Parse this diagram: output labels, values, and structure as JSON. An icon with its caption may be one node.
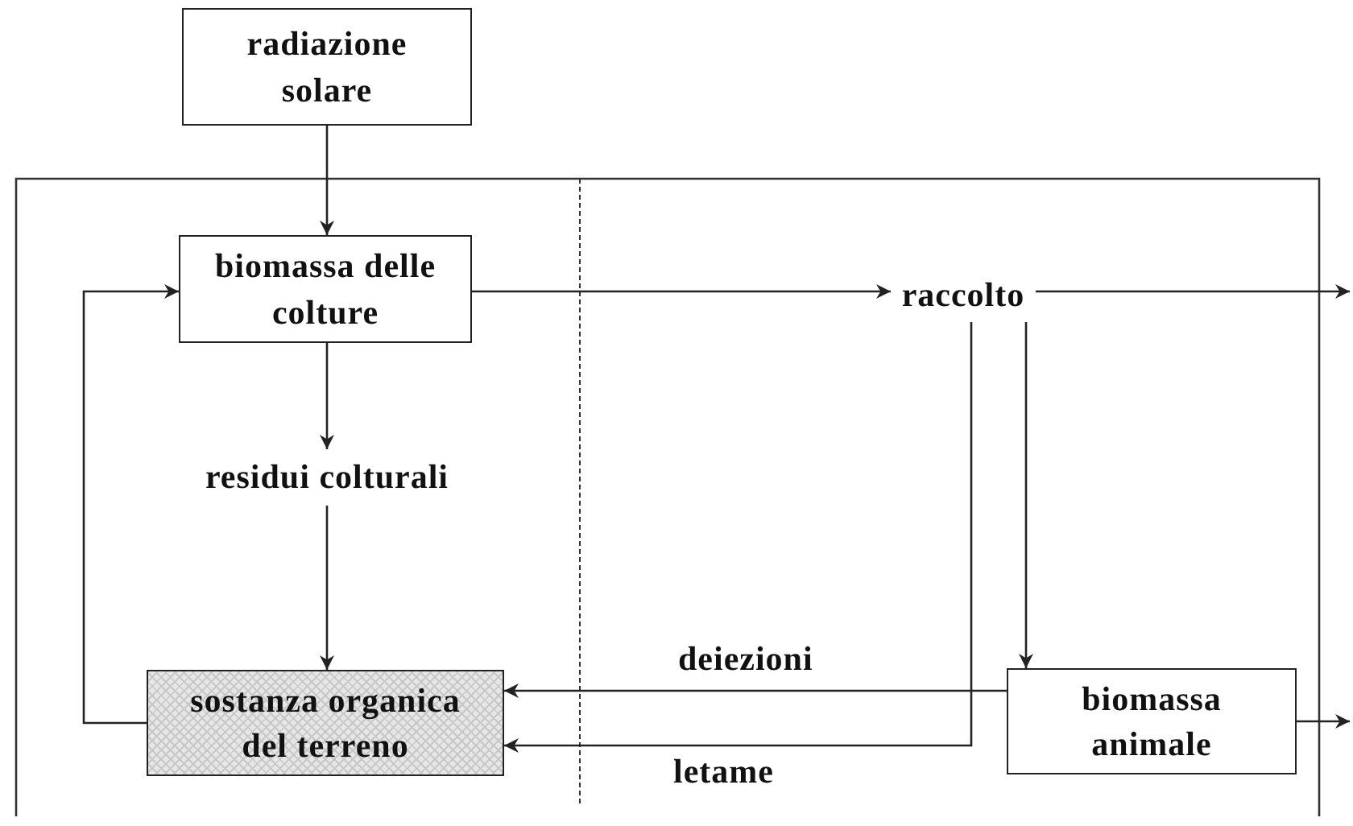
{
  "diagram": {
    "nodes": [
      {
        "text": [
          "radiazione solare"
        ]
      },
      {
        "text": [
          "biomassa delle colture"
        ]
      },
      {
        "text": [
          "raccolto"
        ]
      },
      {
        "text": [
          "residui colturali"
        ]
      },
      {
        "text": [
          "sostanza organica del terreno"
        ]
      },
      {
        "text": [
          "biomassa animale"
        ]
      }
    ],
    "edges": [
      {
        "from": 0,
        "to": 1,
        "arrow": "to"
      },
      {
        "from": 1,
        "to": 2,
        "arrow": "to"
      },
      {
        "from": 2,
        "to": null,
        "arrow": "to"
      },
      {
        "from": 1,
        "to": 3,
        "arrow": "to"
      },
      {
        "from": 3,
        "to": 4,
        "arrow": "to"
      },
      {
        "from": 4,
        "to": 1,
        "arrow": "to"
      },
      {
        "from": 5,
        "to": 4,
        "arrow": "to",
        "label": "deiezioni"
      },
      {
        "from": 2,
        "to": 4,
        "arrow": "to",
        "label": "letame"
      },
      {
        "from": 2,
        "to": 5,
        "arrow": "to"
      },
      {
        "from": 5,
        "to": null,
        "arrow": "to"
      }
    ]
  }
}
